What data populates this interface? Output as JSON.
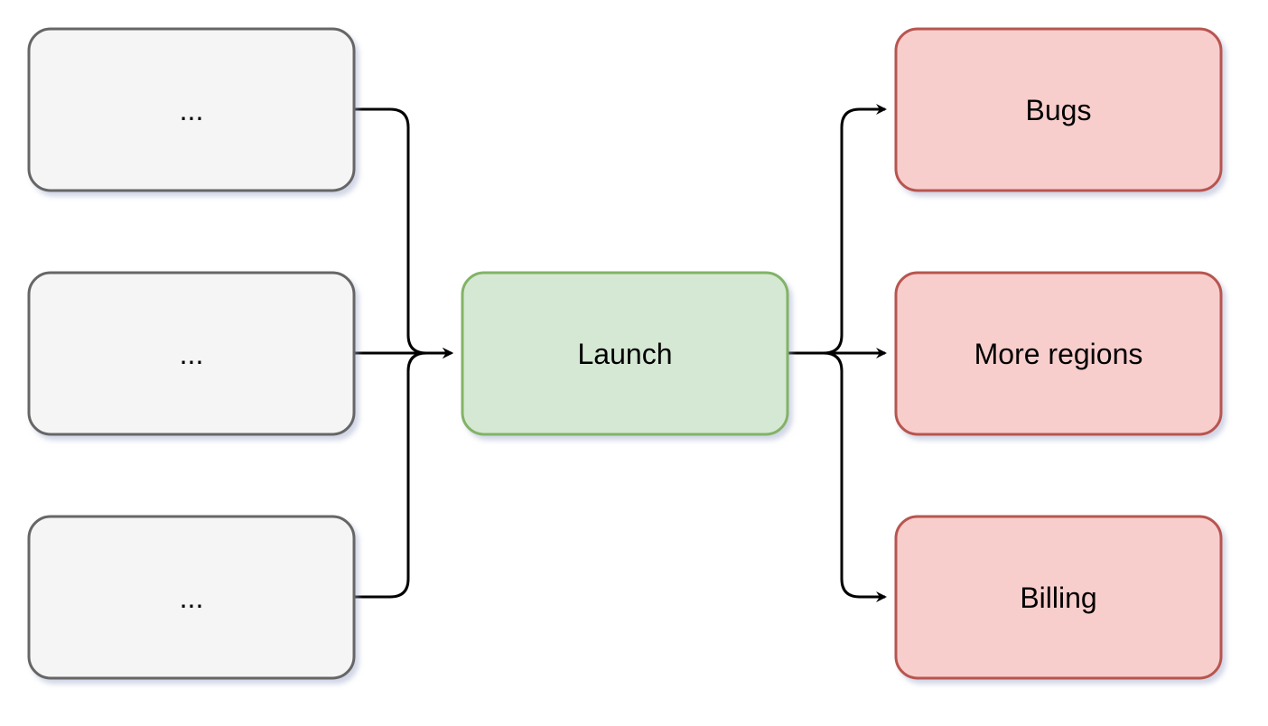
{
  "diagram": {
    "inputs": [
      {
        "label": "..."
      },
      {
        "label": "..."
      },
      {
        "label": "..."
      }
    ],
    "center": {
      "label": "Launch"
    },
    "outputs": [
      {
        "label": "Bugs"
      },
      {
        "label": "More regions"
      },
      {
        "label": "Billing"
      }
    ]
  },
  "colors": {
    "input_fill": "#f5f5f5",
    "input_stroke": "#666666",
    "center_fill": "#d5e8d4",
    "center_stroke": "#82b366",
    "output_fill": "#f8cecc",
    "output_stroke": "#b85450",
    "edge": "#000000"
  }
}
